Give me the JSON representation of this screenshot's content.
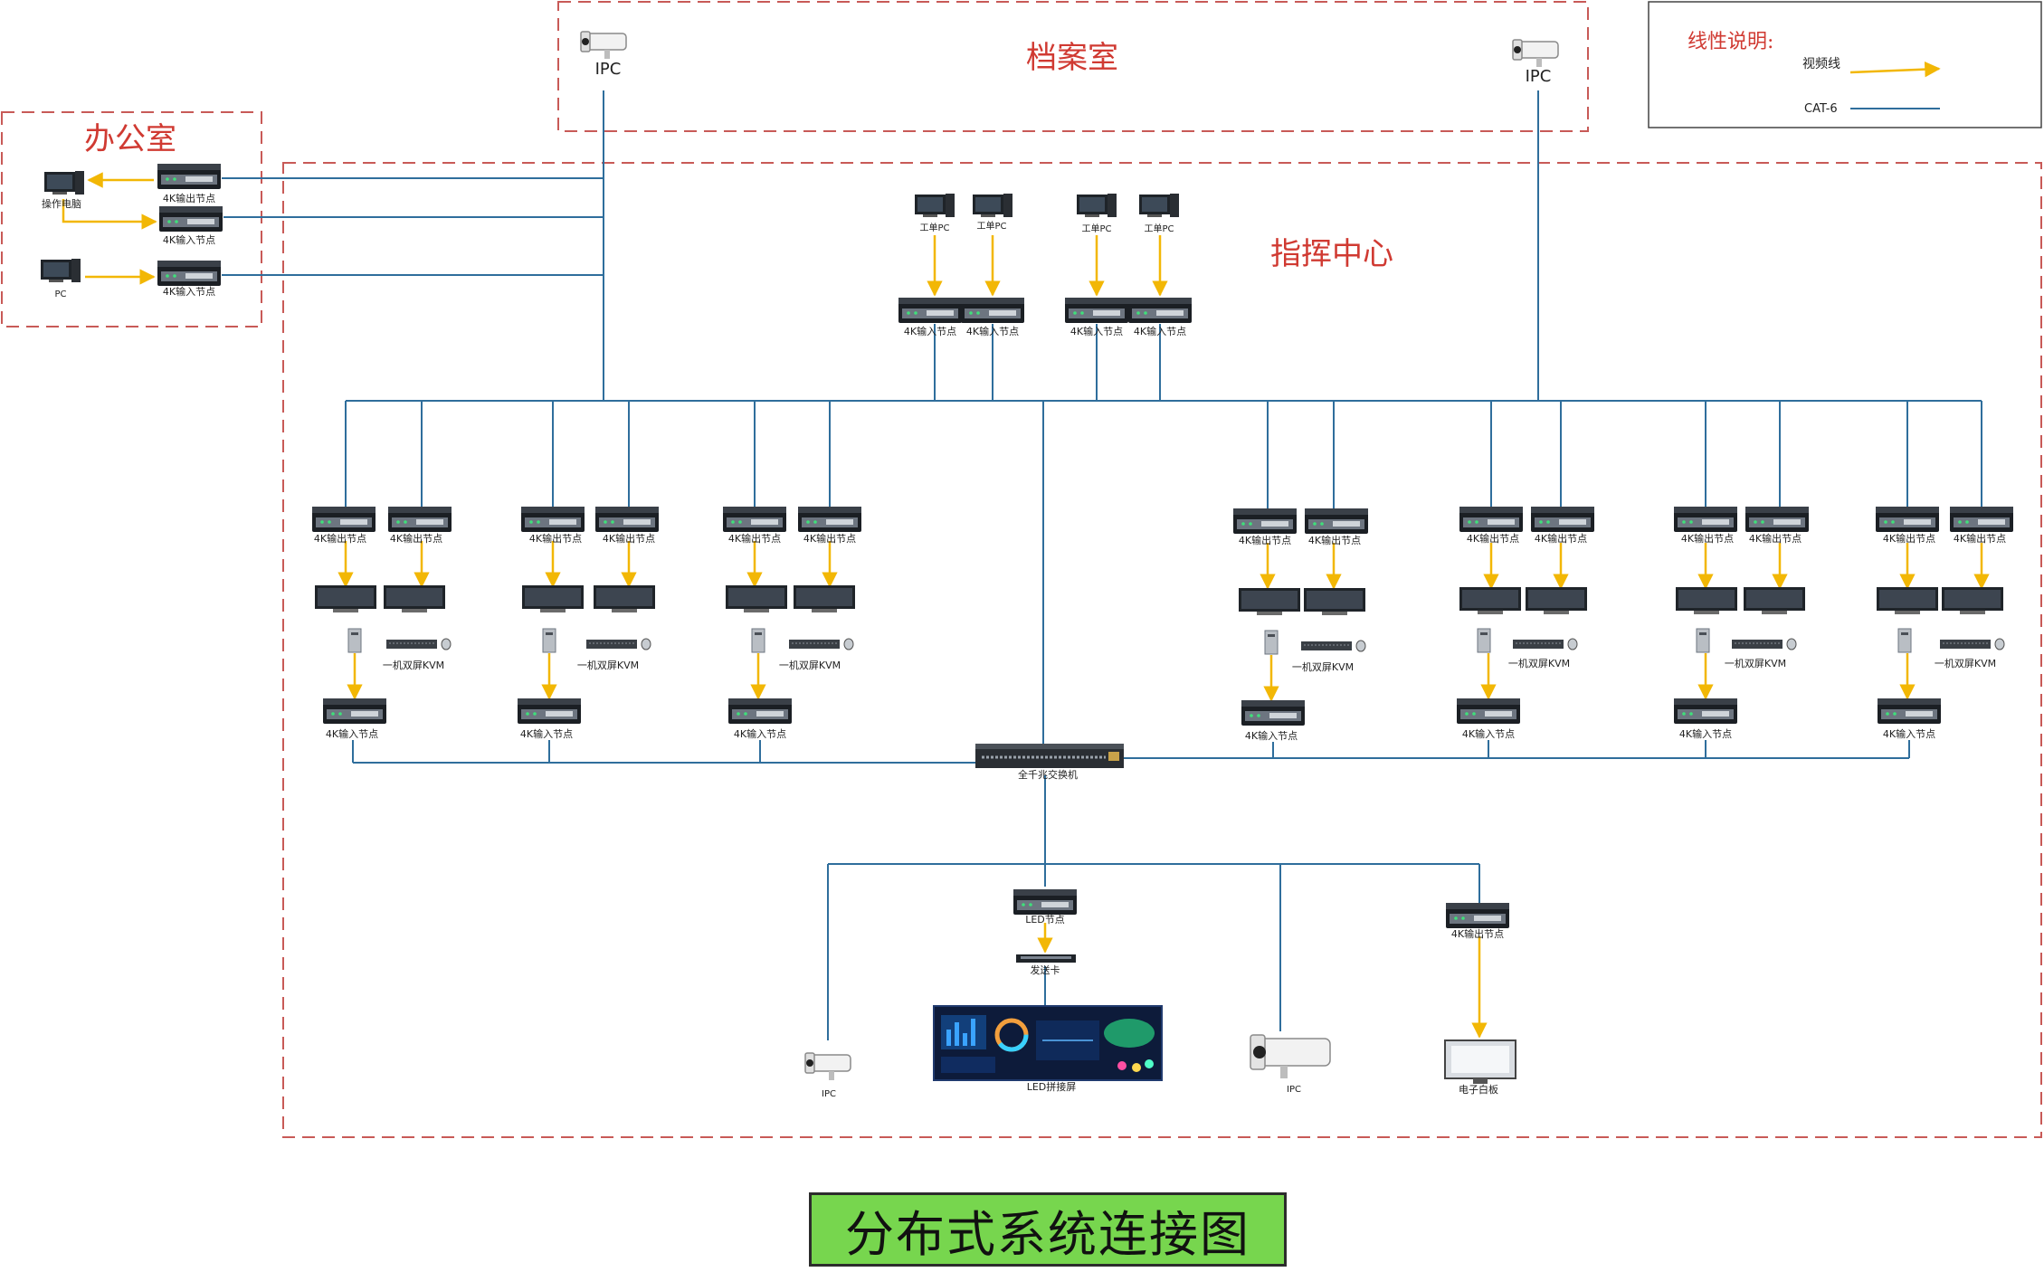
{
  "zones": {
    "archive": "档案室",
    "office": "办公室",
    "command": "指挥中心"
  },
  "legend": {
    "title": "线性说明:",
    "video_label": "视频线",
    "cat6_label": "CAT-6",
    "video_color": "#f2b705",
    "cat6_color": "#2f6e9c"
  },
  "labels": {
    "ipc_large": "IPC",
    "ipc_small": "IPC",
    "out_node": "4K输出节点",
    "in_node": "4K输入节点",
    "operator_pc": "操作电脑",
    "pc": "PC",
    "work_pc": "工单PC",
    "kvm": "一机双屏KVM",
    "switch": "全千兆交换机",
    "led_node": "LED节点",
    "sender_card": "发送卡",
    "led_screen": "LED拼接屏",
    "whiteboard": "电子白板"
  },
  "footer_title": "分布式系统连接图",
  "icons": [
    "ipc-camera-icon",
    "encoder-node-icon",
    "desktop-pc-icon",
    "monitor-icon",
    "pc-tower-icon",
    "keyboard-icon",
    "network-switch-icon",
    "sender-card-icon",
    "led-screen-icon",
    "whiteboard-icon"
  ]
}
